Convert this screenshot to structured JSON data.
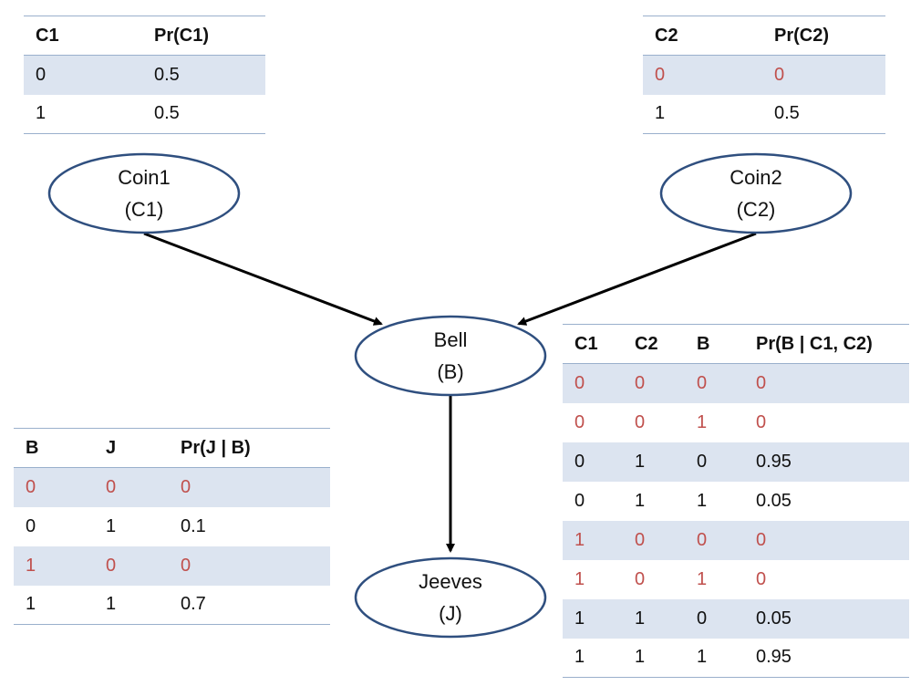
{
  "nodes": {
    "c1": {
      "name": "Coin1",
      "symbol": "(C1)"
    },
    "c2": {
      "name": "Coin2",
      "symbol": "(C2)"
    },
    "b": {
      "name": "Bell",
      "symbol": "(B)"
    },
    "j": {
      "name": "Jeeves",
      "symbol": "(J)"
    }
  },
  "tables": {
    "c1": {
      "headers": [
        "C1",
        "Pr(C1)"
      ],
      "rows": [
        [
          "0",
          "0.5"
        ],
        [
          "1",
          "0.5"
        ]
      ]
    },
    "c2": {
      "headers": [
        "C2",
        "Pr(C2)"
      ],
      "rows": [
        [
          "0",
          "0"
        ],
        [
          "1",
          "0.5"
        ]
      ]
    },
    "b": {
      "headers": [
        "C1",
        "C2",
        "B",
        "Pr(B | C1, C2)"
      ],
      "rows": [
        [
          "0",
          "0",
          "0",
          "0"
        ],
        [
          "0",
          "0",
          "1",
          "0"
        ],
        [
          "0",
          "1",
          "0",
          "0.95"
        ],
        [
          "0",
          "1",
          "1",
          "0.05"
        ],
        [
          "1",
          "0",
          "0",
          "0"
        ],
        [
          "1",
          "0",
          "1",
          "0"
        ],
        [
          "1",
          "1",
          "0",
          "0.05"
        ],
        [
          "1",
          "1",
          "1",
          "0.95"
        ]
      ]
    },
    "j": {
      "headers": [
        "B",
        "J",
        "Pr(J | B)"
      ],
      "rows": [
        [
          "0",
          "0",
          "0"
        ],
        [
          "0",
          "1",
          "0.1"
        ],
        [
          "1",
          "0",
          "0"
        ],
        [
          "1",
          "1",
          "0.7"
        ]
      ]
    }
  },
  "colors": {
    "node_border": "#2f4f7f",
    "table_rule": "#9ab0cc",
    "band": "#dce4f0",
    "zero_probability_text": "#c0504d",
    "arrow": "#000000"
  }
}
